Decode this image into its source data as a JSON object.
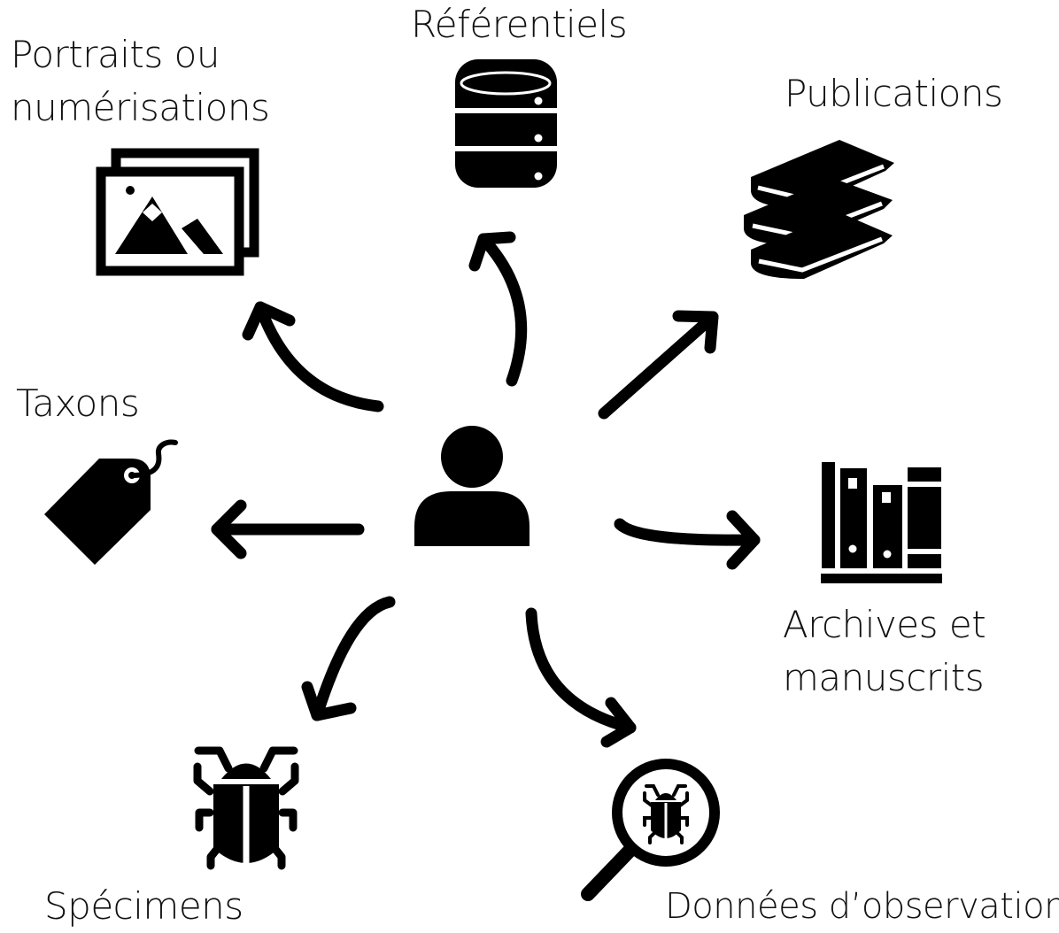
{
  "colors": {
    "ink": "#000000",
    "background": "#ffffff"
  },
  "center": {
    "icon": "user-icon"
  },
  "nodes": {
    "portraits": {
      "label_line1": "Portraits ou",
      "label_line2": "numérisations",
      "icon": "images-icon"
    },
    "referentiels": {
      "label": "Référentiels",
      "icon": "database-icon"
    },
    "publications": {
      "label": "Publications",
      "icon": "books-stack-icon"
    },
    "taxons": {
      "label": "Taxons",
      "icon": "tag-icon"
    },
    "archives": {
      "label_line1": "Archives et",
      "label_line2": "manuscrits",
      "icon": "library-shelf-icon"
    },
    "specimens": {
      "label": "Spécimens",
      "icon": "beetle-icon"
    },
    "observation": {
      "label": "Données d’observation",
      "icon": "magnifier-bug-icon"
    }
  }
}
